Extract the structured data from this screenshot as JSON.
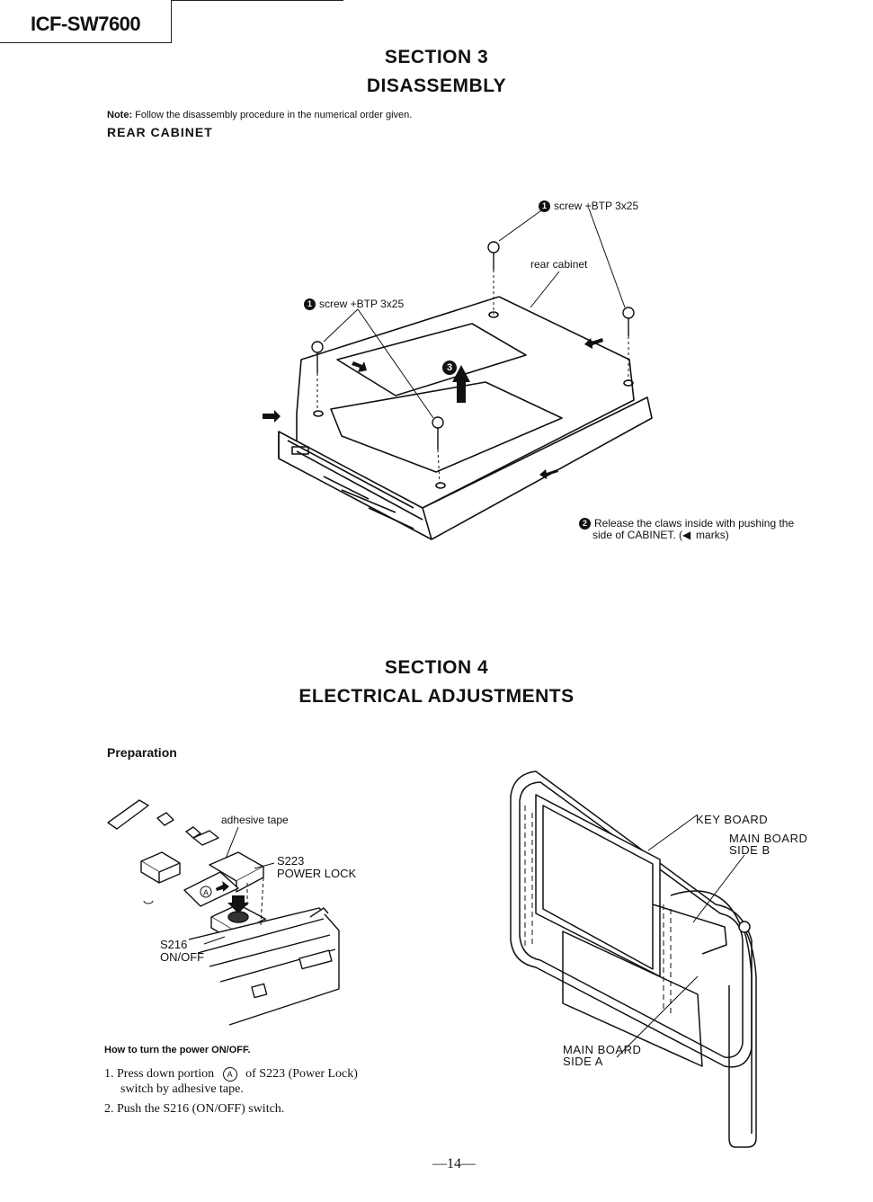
{
  "header": {
    "model": "ICF-SW7600"
  },
  "section3": {
    "title": "SECTION 3",
    "subtitle": "DISASSEMBLY",
    "note_label": "Note:",
    "note_text": "Follow the disassembly procedure in the numerical order given.",
    "subheading": "REAR CABINET",
    "callouts": {
      "screw_top": {
        "num": "1",
        "text": "screw +BTP 3x25"
      },
      "screw_left": {
        "num": "1",
        "text": "screw +BTP 3x25"
      },
      "rear_cabinet": "rear cabinet",
      "step3": "3",
      "release": {
        "num": "2",
        "line1": "Release the claws inside with pushing the",
        "line2_pre": "side of CABINET. (",
        "line2_post": "marks)"
      }
    }
  },
  "section4": {
    "title": "SECTION 4",
    "subtitle": "ELECTRICAL ADJUSTMENTS",
    "preparation": "Preparation",
    "left_figure": {
      "adhesive_tape": "adhesive tape",
      "s223_line1": "S223",
      "s223_line2": "POWER LOCK",
      "s216_line1": "S216",
      "s216_line2": "ON/OFF",
      "portion_a": "A"
    },
    "right_figure": {
      "key_board": "KEY BOARD",
      "main_b_line1": "MAIN BOARD",
      "main_b_line2": "SIDE B",
      "main_a_line1": "MAIN BOARD",
      "main_a_line2": "SIDE A"
    },
    "howto_heading": "How to turn the power ON/OFF.",
    "steps": [
      {
        "num": "1.",
        "text": "Press down portion",
        "marker": "A",
        "text2": "of S223 (Power Lock)",
        "text3": "switch by adhesive tape."
      },
      {
        "num": "2.",
        "text": "Push the S216 (ON/OFF) switch."
      }
    ]
  },
  "footer": {
    "page_number": "—14—"
  }
}
